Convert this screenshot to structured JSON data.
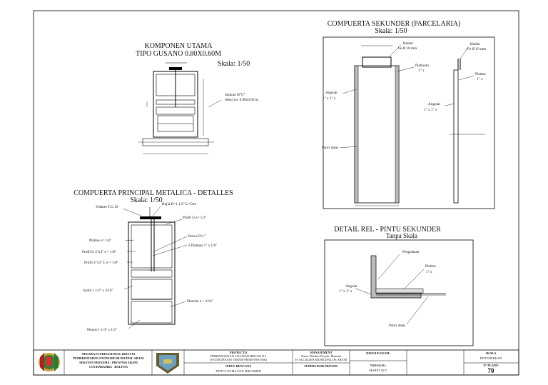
{
  "sheet": {
    "komponen": {
      "title1": "KOMPONEN UTAMA",
      "title2": "TIPO  GUSANO  0.80X0.60M",
      "scale": "Skala: 1/50",
      "note1": "Saluran H°C°",
      "note2": "Seksi int. 0.80x0.60 m."
    },
    "principal": {
      "title": "COMPUERTA  PRINCIPAL  METALICA  -  DETALLES",
      "scale": "Skala:  1/50",
      "labels": {
        "volante": "Volante F.G. D:",
        "bujia": "Bujia D=1 1/2\" L=5cm",
        "profil_u": "Profil U e= 1/2\"",
        "platina": "Platina e= 1/4\"",
        "rosca": "Rosca D:1\"",
        "platinas2": "2 Platinas 1\" x 1/8\"",
        "profil_u4": "Profil U 4\"x3\" e = 1/8\"",
        "profil_4": "Profil 4\"x3\" U e = 1/8\"",
        "sudut": "Sudut 1 1/2\" x 3/16\"",
        "plancha": "Plancha e = 3/16\"",
        "pernos": "Pernos 1 1/4\" x 1/2\""
      }
    },
    "sekunder": {
      "title": "COMPUERTA SEKUNDER (PARCELARIA)",
      "scale": "Skala: 1/50",
      "labels": {
        "jalador_a": "Jalador",
        "jalador_b": "Fe Ø 10 mm",
        "jalador2_a": "Jalador",
        "jalador2_b": "Fe Ø 10 mm",
        "platinum_a": "Platinum",
        "platinum_b": "1\" x",
        "platino2_a": "Platino",
        "platino2_b": "1\" x",
        "angular_a": "Angular",
        "angular_b": "1\" x 1\" x",
        "angular2_a": "Angular",
        "angular2_b": "1\" x 1\" x",
        "panci": "Panci datar"
      }
    },
    "rel": {
      "title": "DETAIL REL - PINTU SEKUNDER",
      "subtitle": "Tanpa Skala",
      "labels": {
        "pengelasan": "Pengelasan",
        "platino_a": "Platino",
        "platino_b": "1\" x",
        "angular_a": "Angular",
        "angular_b": "1\" x 1\" x",
        "panci": "Panci datar"
      }
    },
    "titleblock": {
      "inst1": "NEGARA PLURINASIONAL BOLIVIA",
      "inst2": "PEMERINTAHAN OTONOMI MUNICIPAL ARANI",
      "inst3": "SEKSYEN PERTAMA : PROVINSI ARANI",
      "inst4": "COCHABAMBA - BOLIVIA",
      "proyek_label": "PROYECTO",
      "proyek1": "PEMBANGUNAN SALURAN IRIGASI D-1",
      "proyek2": "(STUDI DESAIN TEKNIS PRAINVESTASI)",
      "judul_label": "JUDUL RENCANA",
      "judul": "PINTU UTAMA DAN SEKUNDER",
      "manajemen_label": "MANAJEMENT",
      "manajemen1": "Nama Direktur Proyek: Mamani",
      "manajemen2": "H. ALCALDIA MUNICIPAL DE ARANI",
      "supervisor_label": "SUPERVISOR PROYEK",
      "desain_label": "DISESUN OLEH:",
      "tanggal_label": "TANGGAL:",
      "tanggal": "MARET 2017",
      "skala_label": "SKALA",
      "skala": "DITUNJUKKAN",
      "plano_label": "N° PLANO",
      "plano": "70"
    }
  }
}
